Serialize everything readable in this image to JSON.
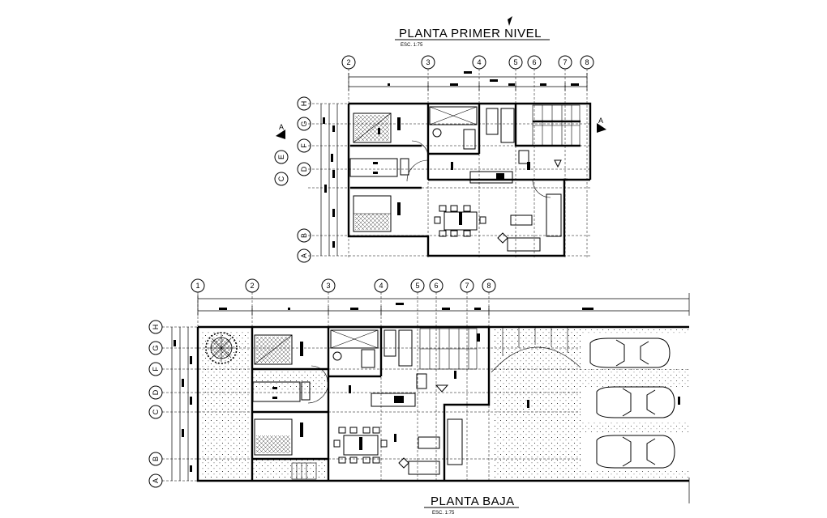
{
  "drawing": {
    "upper_plan": {
      "title": "PLANTA PRIMER NIVEL",
      "scale": "ESC. 1:75",
      "column_axes": [
        "2",
        "3",
        "4",
        "5",
        "6",
        "7",
        "8"
      ],
      "row_axes": [
        "H",
        "G",
        "F",
        "E",
        "D",
        "C",
        "B",
        "A"
      ]
    },
    "ground_plan": {
      "title": "PLANTA BAJA",
      "scale": "ESC. 1:75",
      "column_axes": [
        "1",
        "2",
        "3",
        "4",
        "5",
        "6",
        "7",
        "8"
      ],
      "row_axes": [
        "H",
        "G",
        "F",
        "D",
        "C",
        "B",
        "A"
      ]
    },
    "section_mark": "A"
  },
  "colors": {
    "line": "#000000",
    "background": "#ffffff"
  }
}
